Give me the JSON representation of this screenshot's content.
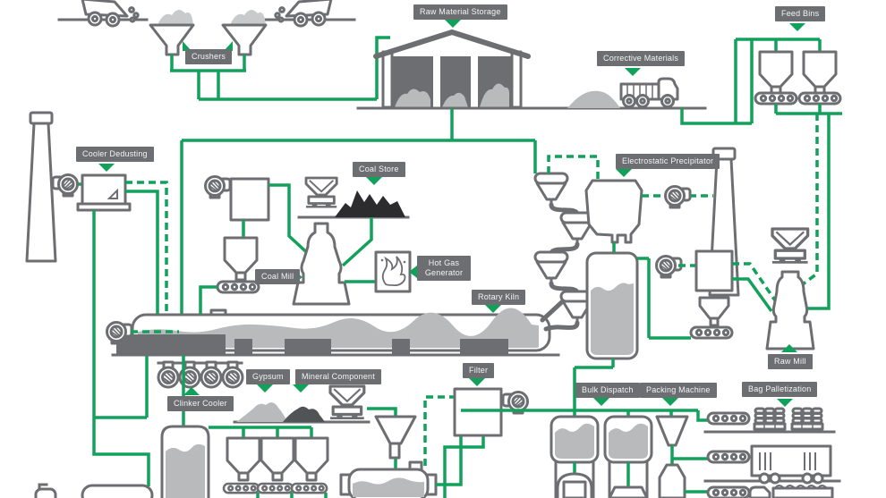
{
  "diagram": {
    "colors": {
      "flow_green": "#11A15A",
      "outline_gray": "#6D6E71",
      "label_bg": "#6D6E71",
      "label_text": "#F4F4F4",
      "material_light": "#B9BABC",
      "coal_dark": "#2C2C2E",
      "mineral_dark": "#515456"
    },
    "labels": [
      {
        "id": "crushers",
        "text": "Crushers"
      },
      {
        "id": "raw-material-storage",
        "text": "Raw Material Storage"
      },
      {
        "id": "corrective-materials",
        "text": "Corrective Materials"
      },
      {
        "id": "feed-bins",
        "text": "Feed Bins"
      },
      {
        "id": "cooler-dedusting",
        "text": "Cooler Dedusting"
      },
      {
        "id": "coal-store",
        "text": "Coal Store"
      },
      {
        "id": "electrostatic-precipitator",
        "text": "Electrostatic Precipitator"
      },
      {
        "id": "coal-mill",
        "text": "Coal Mill"
      },
      {
        "id": "hot-gas-generator",
        "text": "Hot Gas Generator"
      },
      {
        "id": "rotary-kiln",
        "text": "Rotary Kiln"
      },
      {
        "id": "raw-mill",
        "text": "Raw Mill"
      },
      {
        "id": "gypsum",
        "text": "Gypsum"
      },
      {
        "id": "mineral-component",
        "text": "Mineral Component"
      },
      {
        "id": "clinker-cooler",
        "text": "Clinker Cooler"
      },
      {
        "id": "filter",
        "text": "Filter"
      },
      {
        "id": "bulk-dispatch",
        "text": "Bulk Dispatch"
      },
      {
        "id": "packing-machine",
        "text": "Packing Machine"
      },
      {
        "id": "bag-palletization",
        "text": "Bag Palletization"
      }
    ],
    "icons": [
      "dump-truck-icon",
      "crusher-hopper-icon",
      "storage-shed-icon",
      "feed-bin-icon",
      "conveyor-icon",
      "fan-icon",
      "chimney-icon",
      "hopper-wagon-icon",
      "coal-pile-icon",
      "coal-mill-icon",
      "hot-gas-generator-icon",
      "rotary-kiln-icon",
      "preheater-cyclone-icon",
      "electrostatic-precipitator-icon",
      "blend-silo-icon",
      "raw-mill-icon",
      "clinker-cooler-fan-icon",
      "clinker-silo-icon",
      "cement-mill-icon",
      "filter-box-icon",
      "bulk-silo-icon",
      "tanker-truck-icon",
      "packing-hopper-icon",
      "bag-stack-icon",
      "rail-wagon-icon",
      "bag-truck-icon"
    ]
  }
}
